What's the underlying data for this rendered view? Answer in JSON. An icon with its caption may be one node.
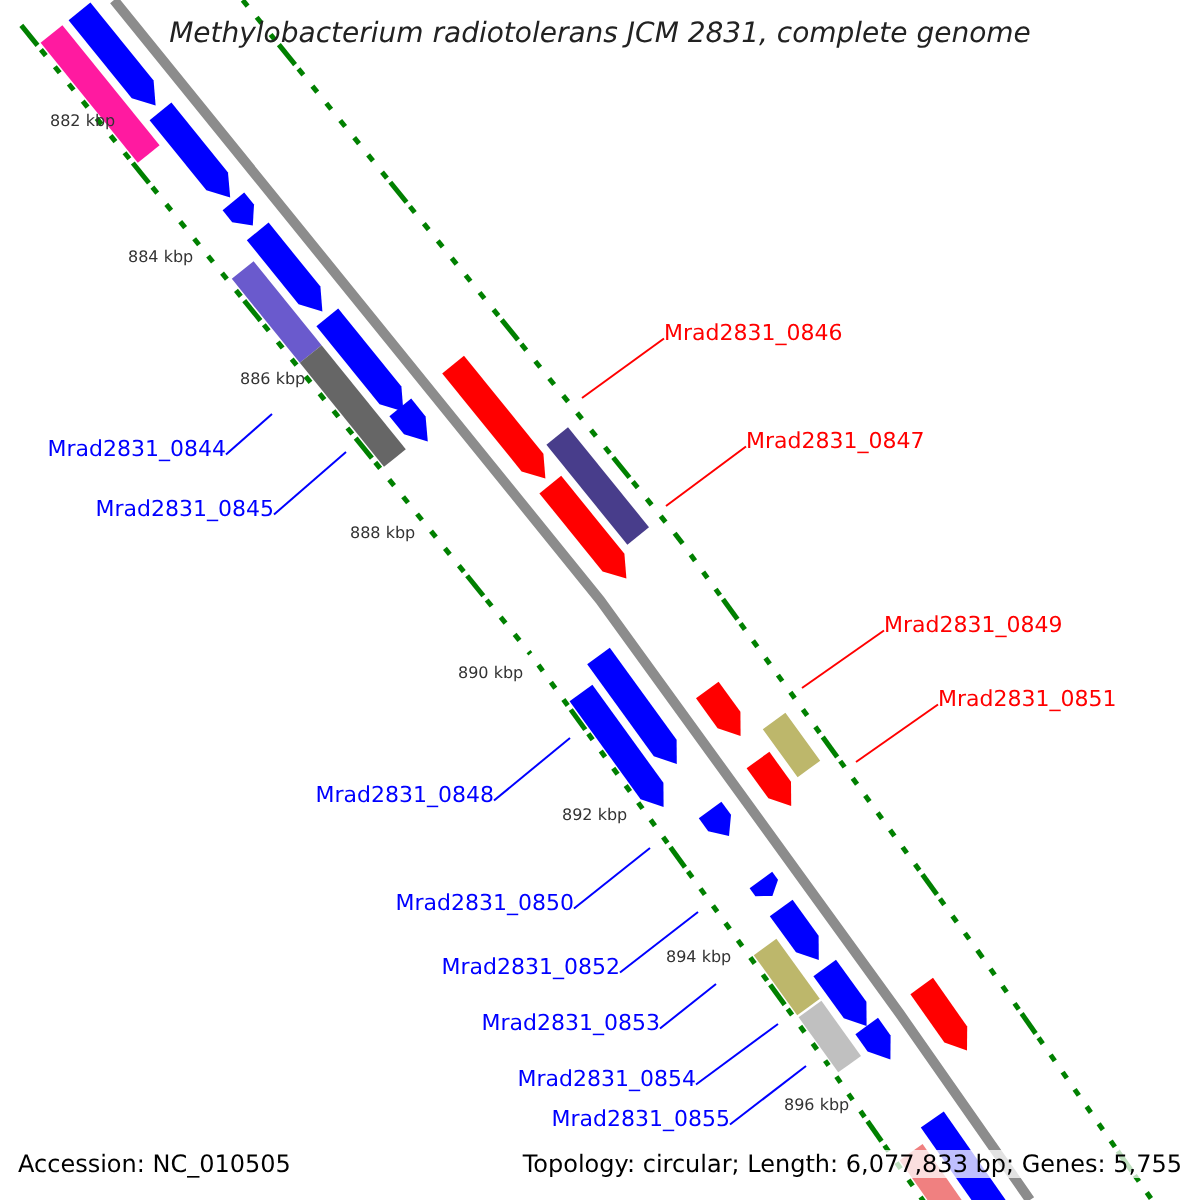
{
  "diagram": {
    "title": "Methylobacterium radiotolerans JCM 2831, complete genome",
    "nodes": [
      {
        "text": [
          "Mrad2831_0846"
        ]
      },
      {
        "text": [
          "Mrad2831_0847"
        ]
      },
      {
        "text": [
          "Mrad2831_0844"
        ]
      },
      {
        "text": [
          "Mrad2831_0845"
        ]
      },
      {
        "text": [
          "Mrad2831_0849"
        ]
      },
      {
        "text": [
          "Mrad2831_0851"
        ]
      },
      {
        "text": [
          "Mrad2831_0848"
        ]
      },
      {
        "text": [
          "Mrad2831_0850"
        ]
      },
      {
        "text": [
          "Mrad2831_0852"
        ]
      },
      {
        "text": [
          "Mrad2831_0853"
        ]
      },
      {
        "text": [
          "Mrad2831_0854"
        ]
      },
      {
        "text": [
          "Mrad2831_0855"
        ]
      }
    ],
    "edges": [
      {
        "from": 0,
        "to": null,
        "arrow": "none",
        "color": "#ff0000"
      },
      {
        "from": 1,
        "to": null,
        "arrow": "none",
        "color": "#ff0000"
      },
      {
        "from": 2,
        "to": null,
        "arrow": "none"
      },
      {
        "from": 3,
        "to": null,
        "arrow": "none"
      },
      {
        "from": 4,
        "to": null,
        "arrow": "none",
        "color": "#ff0000"
      },
      {
        "from": 5,
        "to": null,
        "arrow": "none",
        "color": "#ff0000"
      },
      {
        "from": 6,
        "to": null,
        "arrow": "none"
      },
      {
        "from": 7,
        "to": null,
        "arrow": "none"
      },
      {
        "from": 8,
        "to": null,
        "arrow": "none"
      },
      {
        "from": 9,
        "to": null,
        "arrow": "none"
      },
      {
        "from": 10,
        "to": null,
        "arrow": "none"
      },
      {
        "from": 11,
        "to": null,
        "arrow": "none"
      }
    ],
    "labels": [
      "882 kbp",
      "884 kbp",
      "886 kbp",
      "888 kbp",
      "890 kbp",
      "892 kbp",
      "894 kbp",
      "896 kbp",
      "Accession: NC_010505",
      "Topology: circular; Length: 6,077,833 bp; Genes: 5,755"
    ]
  }
}
